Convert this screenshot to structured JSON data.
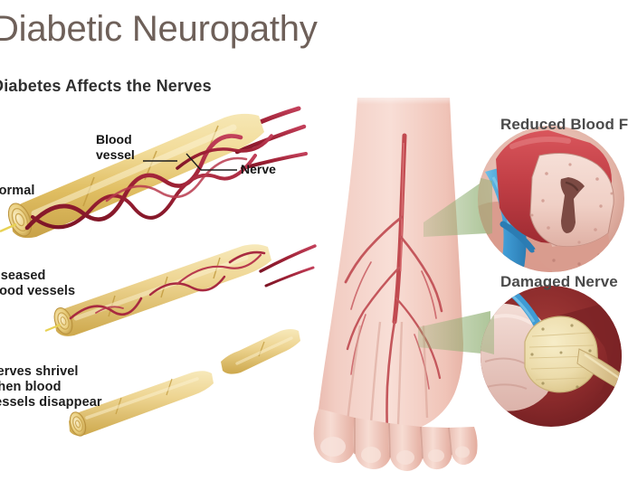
{
  "poster": {
    "title": "Diabetic Neuropathy",
    "subtitle": "Diabetes Affects the Nerves",
    "background_color": "#ffffff",
    "title_color": "#6e6059"
  },
  "annotations": {
    "blood_vessel": "Blood\nvessel",
    "nerve": "Nerve"
  },
  "stages": [
    {
      "id": "normal",
      "label": "Normal",
      "description": "Healthy nerve fiber wrapped by intact spiraling blood vessels"
    },
    {
      "id": "diseased-vessels",
      "label": "Diseased\nblood vessels",
      "description": "Thinning nerve with fragmented, narrowed blood vessels"
    },
    {
      "id": "nerves-shrivel",
      "label": "Nerves shrivel\nwhen blood\nvessels disappear",
      "description": "Shriveled, broken nerve with no remaining blood vessels"
    }
  ],
  "foot": {
    "name": "foot-anatomy",
    "description": "Dorsal view of a foot showing skin, arteries and nerves"
  },
  "callouts": [
    {
      "id": "reduced-blood-flow",
      "label": "Reduced Blood Flow",
      "description": "Cross-section of an artery narrowed by plaque beside a vein"
    },
    {
      "id": "damaged-nerve",
      "label": "Damaged Nerve",
      "description": "Cross-section of a nerve bundle within surrounding tissue"
    }
  ],
  "colors": {
    "nerve_yellow": "#e3c46a",
    "nerve_yellow_light": "#f5e3ac",
    "vessel_red": "#a32338",
    "skin_pink": "#f0c6bd",
    "artery_red": "#c9555a",
    "vein_blue": "#4a9ed4",
    "callout_green": "#8faf72",
    "tissue_dark_red": "#8c2b2b"
  }
}
